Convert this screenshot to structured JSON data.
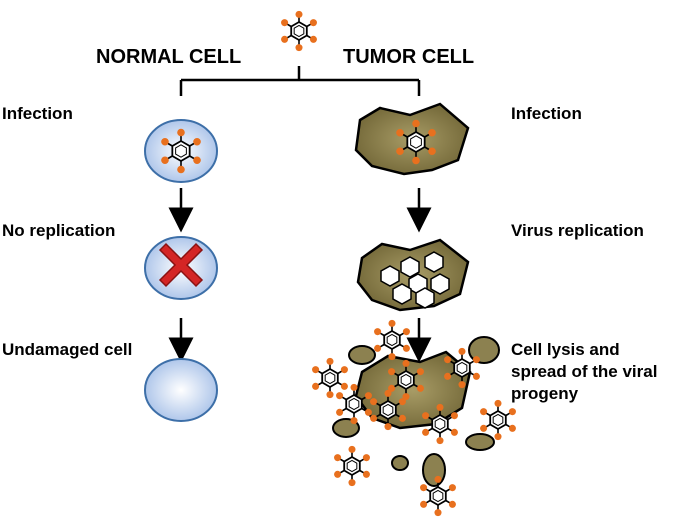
{
  "headers": {
    "normal": "NORMAL CELL",
    "tumor": "TUMOR CELL"
  },
  "normal": {
    "step1": "Infection",
    "step2": "No replication",
    "step3": "Undamaged cell"
  },
  "tumor": {
    "step1": "Infection",
    "step2": "Virus replication",
    "step3_line1": "Cell lysis and",
    "step3_line2": "spread of the viral",
    "step3_line3": "progeny"
  },
  "colors": {
    "normal_cell_fill": "#c9d9f2",
    "normal_cell_stroke": "#3d6fa8",
    "tumor_cell_fill": "#8c8150",
    "virus_dot": "#e8701e",
    "cross": "#d42525"
  }
}
